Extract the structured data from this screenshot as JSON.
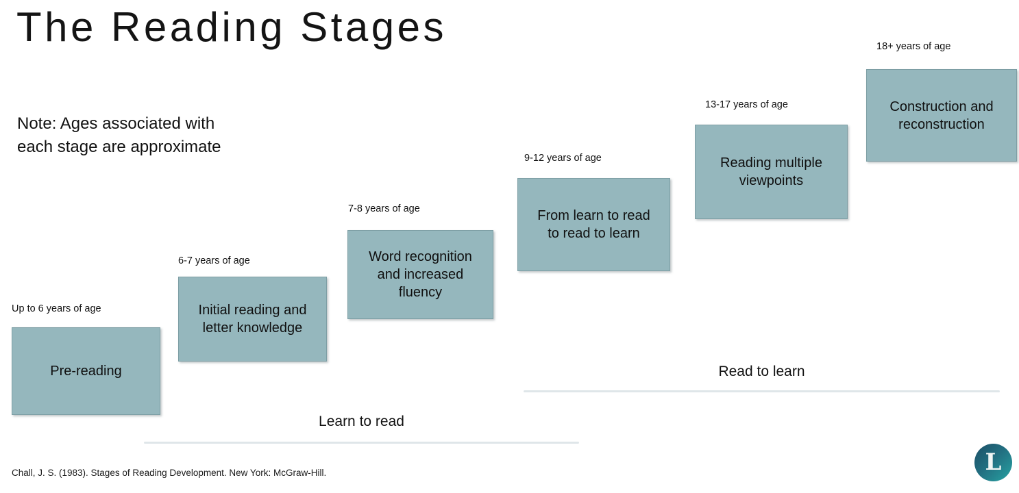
{
  "slide": {
    "title": "The Reading Stages",
    "background_color": "#ffffff",
    "box_fill_color": "#95b7bd",
    "rule_color": "#dfe6e9",
    "text_color": "#111111"
  },
  "note": {
    "line1": "Note: Ages associated with",
    "line2": "each stage are approximate"
  },
  "stages": [
    {
      "age": "Up to 6 years of age",
      "label": "Pre-reading"
    },
    {
      "age": "6-7 years of age",
      "label": "Initial reading and\nletter knowledge"
    },
    {
      "age": "7-8 years of age",
      "label": "Word recognition\nand increased\nfluency"
    },
    {
      "age": "9-12 years of age",
      "label": "From learn to read\nto read to learn"
    },
    {
      "age": "13-17 years of age",
      "label": "Reading multiple\nviewpoints"
    },
    {
      "age": "18+ years of age",
      "label": "Construction and\nreconstruction"
    }
  ],
  "phases": [
    {
      "label": "Learn to read"
    },
    {
      "label": "Read to learn"
    }
  ],
  "citation": "Chall, J. S. (1983). Stages of Reading Development. New York: McGraw-Hill.",
  "logo": {
    "letter": "L",
    "gradient_from": "#1d4f66",
    "gradient_to": "#27a3a3"
  }
}
